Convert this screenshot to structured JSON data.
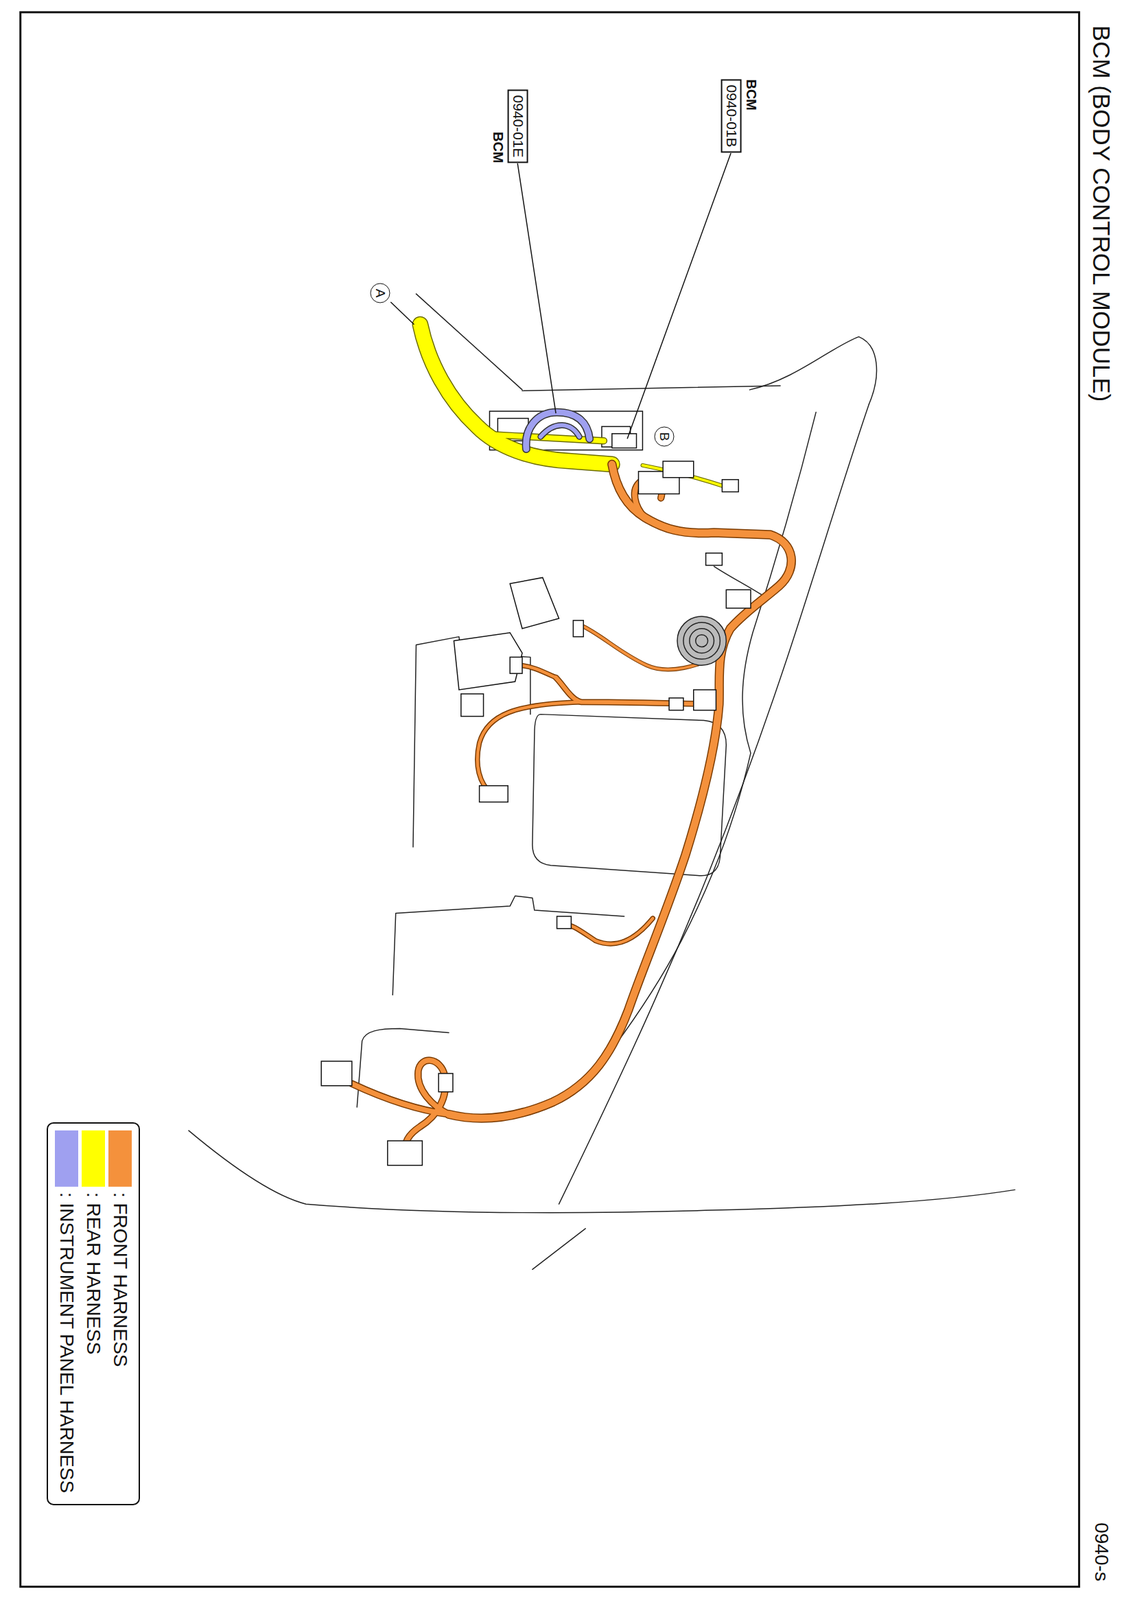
{
  "diagram": {
    "title": "BCM (BODY CONTROL MODULE)",
    "nodes": [
      {
        "text": [
          "BCM",
          "0940-01B"
        ]
      },
      {
        "text": [
          "0940-01E",
          "BCM"
        ]
      },
      {
        "text": [
          "A"
        ]
      },
      {
        "text": [
          "B"
        ]
      }
    ],
    "labels": [
      "0940-s"
    ],
    "legend": [
      {
        "text": ": FRONT HARNESS",
        "color": "#f4913c"
      },
      {
        "text": ": REAR HARNESS",
        "color": "#ffff00"
      },
      {
        "text": ": INSTRUMENT PANEL HARNESS",
        "color": "#9fa0f0"
      }
    ]
  }
}
